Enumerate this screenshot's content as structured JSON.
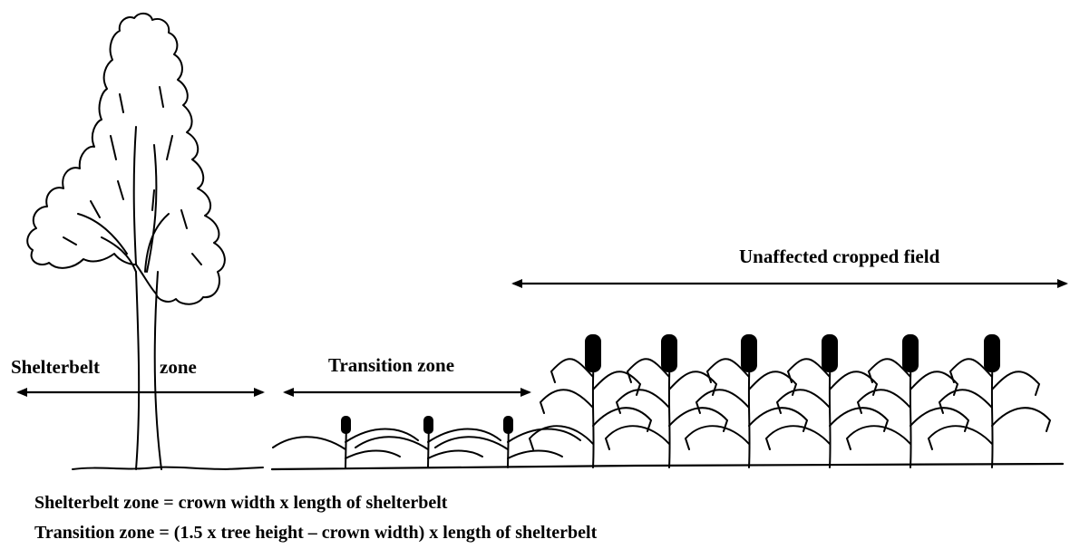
{
  "labels": {
    "shelterbelt_word": "Shelterbelt",
    "zone_word": "zone",
    "transition_zone": "Transition zone",
    "unaffected_field": "Unaffected cropped field"
  },
  "formulas": {
    "shelterbelt": "Shelterbelt zone = crown width x length of shelterbelt",
    "transition": "Transition zone = (1.5 x tree height – crown width) x length of shelterbelt"
  },
  "crop_heights": {
    "transition_zone": [
      "short",
      "short",
      "short"
    ],
    "unaffected_field": [
      "tall",
      "tall",
      "tall",
      "tall",
      "tall",
      "tall"
    ]
  }
}
